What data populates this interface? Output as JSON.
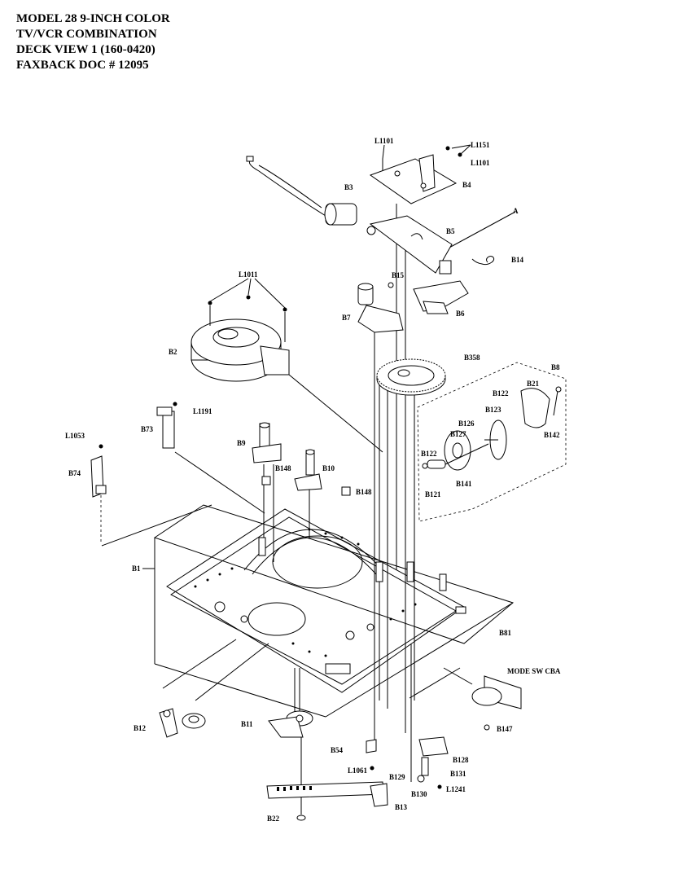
{
  "header": {
    "line1": "MODEL 28 9-INCH COLOR",
    "line2": "TV/VCR COMBINATION",
    "line3": "DECK VIEW 1  (160-0420)",
    "line4": "FAXBACK DOC # 12095"
  },
  "labels": {
    "L1101_top": "L1101",
    "L1151": "L1151",
    "L1101_right": "L1101",
    "B4": "B4",
    "B3": "B3",
    "A": "A",
    "B5": "B5",
    "B14": "B14",
    "L1011": "L1011",
    "B15": "B15",
    "B6": "B6",
    "B7": "B7",
    "B2": "B2",
    "B358": "B358",
    "B8": "B8",
    "B21": "B21",
    "B122_top": "B122",
    "B123": "B123",
    "L1191": "L1191",
    "B126": "B126",
    "B127": "B127",
    "B142": "B142",
    "B73": "B73",
    "B9": "B9",
    "L1053": "L1053",
    "B122_left": "B122",
    "B148_left": "B148",
    "B10": "B10",
    "B141": "B141",
    "B74": "B74",
    "B148_right": "B148",
    "B121": "B121",
    "B1": "B1",
    "B81": "B81",
    "MODE_SW_CBA": "MODE SW CBA",
    "B12": "B12",
    "B11": "B11",
    "B147": "B147",
    "B54": "B54",
    "B128": "B128",
    "L1061": "L1061",
    "B131": "B131",
    "B129": "B129",
    "L1241": "L1241",
    "B130": "B130",
    "B13": "B13",
    "B22": "B22"
  }
}
